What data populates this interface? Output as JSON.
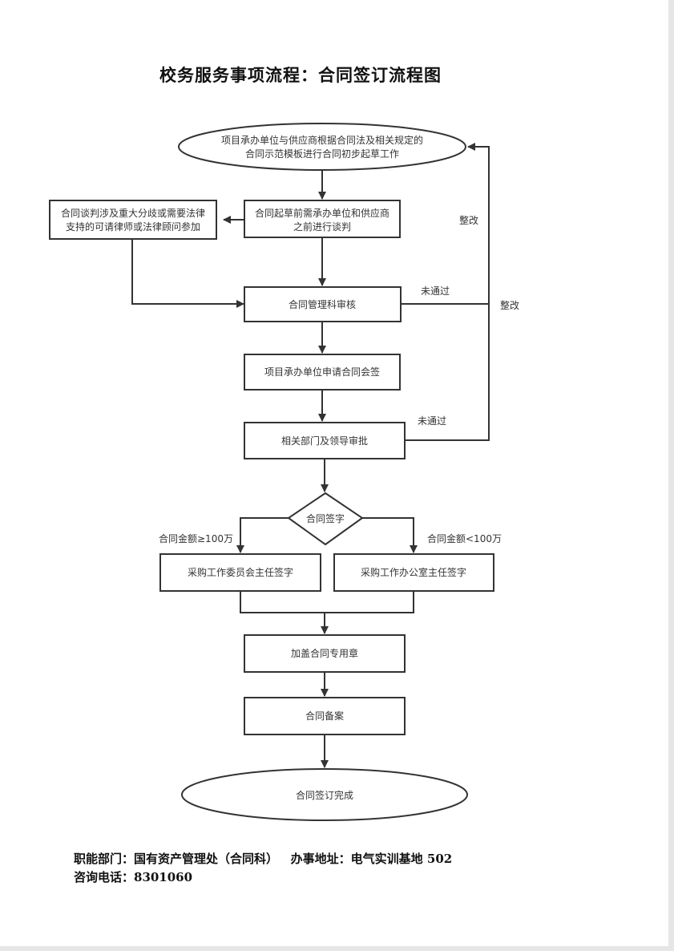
{
  "title": "校务服务事项流程：合同签订流程图",
  "nodes": {
    "start": [
      "项目承办单位与供应商根据合同法及相关规定的",
      "合同示范模板进行合同初步起草工作"
    ],
    "lawyer": [
      "合同谈判涉及重大分歧或需要法律",
      "支持的可请律师或法律顾问参加"
    ],
    "negotiate": [
      "合同起草前需承办单位和供应商",
      "之前进行谈判"
    ],
    "review": "合同管理科审核",
    "countersign": "项目承办单位申请合同会签",
    "approval": "相关部门及领导审批",
    "decision": "合同签字",
    "committee": "采购工作委员会主任签字",
    "office": "采购工作办公室主任签字",
    "seal": "加盖合同专用章",
    "archive": "合同备案",
    "end": "合同签订完成"
  },
  "edge_labels": {
    "fail_1": "未通过",
    "fail_2": "未通过",
    "fix_1": "整改",
    "fix_2": "整改",
    "amount_ge": "合同金额≥100万",
    "amount_lt": "合同金额<100万"
  },
  "footer": {
    "line1": "职能部门：国有资产管理处（合同科）   办事地址：电气实训基地 502",
    "line2": "咨询电话：8301060"
  }
}
